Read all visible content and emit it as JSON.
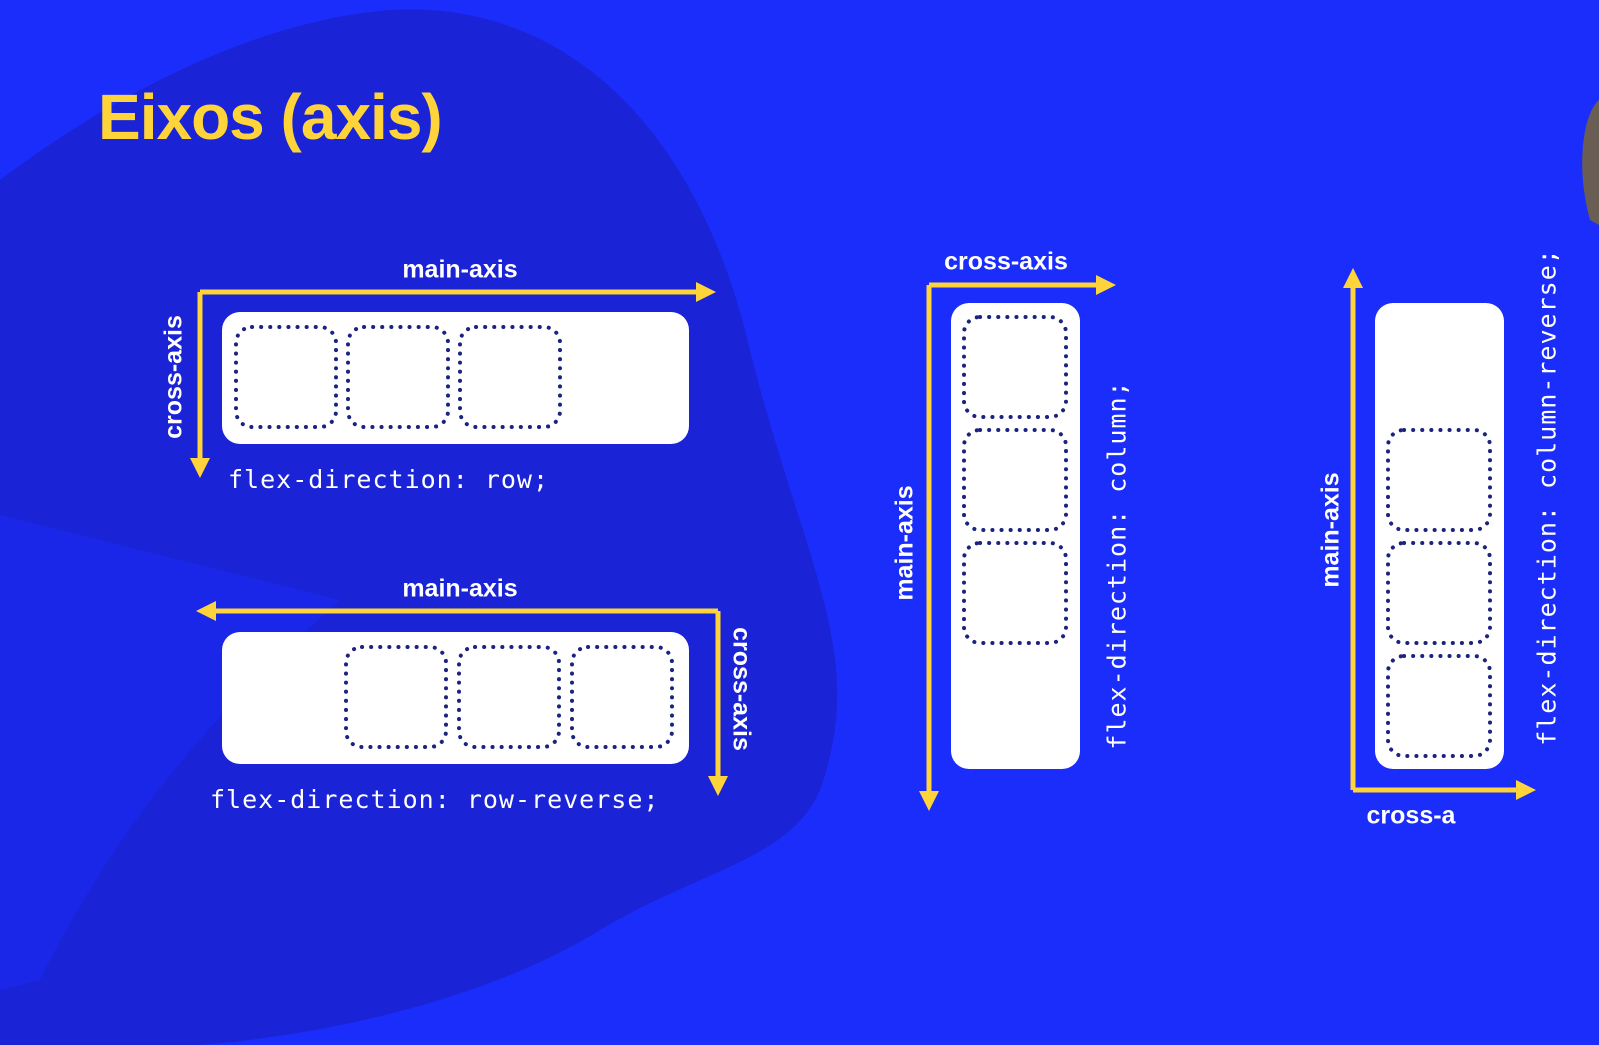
{
  "title": "Eixos (axis)",
  "colors": {
    "background": "#1b2dfa",
    "blob": "#1a23d6",
    "accent": "#ffd43a",
    "box": "#ffffff",
    "item_dots": "#1a237e"
  },
  "diagrams": {
    "row": {
      "main_axis_label": "main-axis",
      "cross_axis_label": "cross-axis",
      "code": "flex-direction: row;",
      "item_count": 3
    },
    "row_reverse": {
      "main_axis_label": "main-axis",
      "cross_axis_label": "cross-axis",
      "code": "flex-direction: row-reverse;",
      "item_count": 3
    },
    "column": {
      "main_axis_label": "main-axis",
      "cross_axis_label": "cross-axis",
      "code": "flex-direction: column;",
      "item_count": 3
    },
    "column_reverse": {
      "main_axis_label": "main-axis",
      "cross_axis_label": "cross-a",
      "code": "flex-direction: column-reverse;",
      "item_count": 3
    }
  }
}
